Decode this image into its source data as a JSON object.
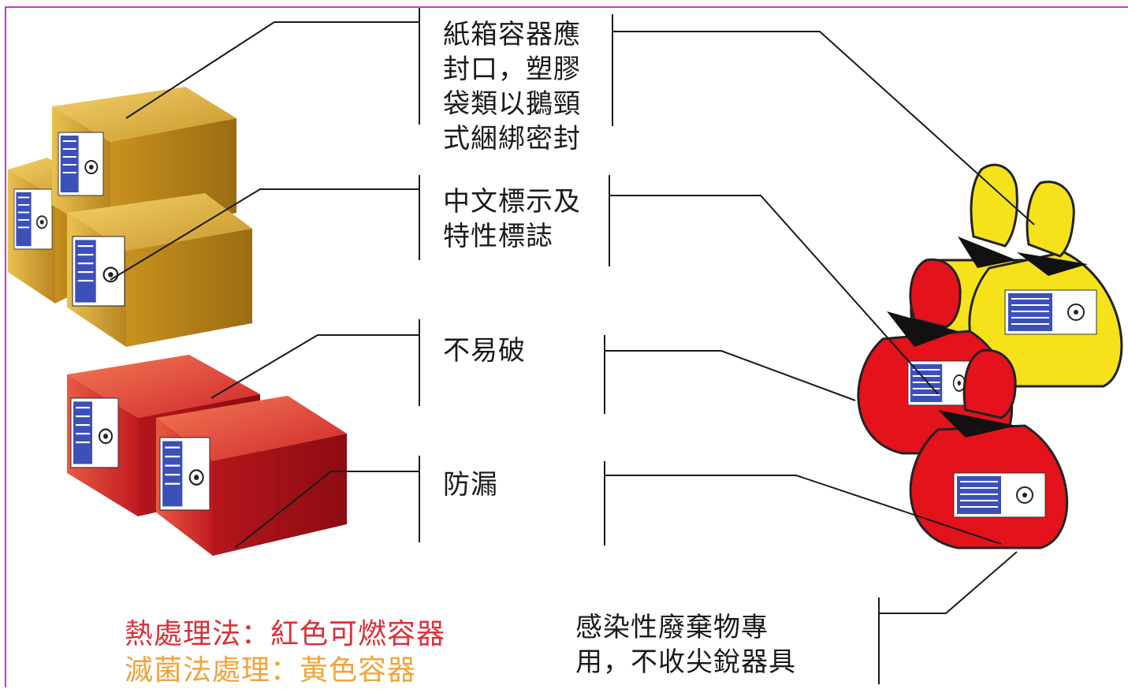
{
  "callouts": {
    "sealing": "紙箱容器應\n封口，塑膠\n袋類以鵝頸\n式綑綁密封",
    "labeling": "中文標示及\n特性標誌",
    "unbreakable": "不易破",
    "leakproof": "防漏",
    "dedicated": "感染性廢棄物專\n用，不收尖銳器具"
  },
  "legend": {
    "red_method": "熱處理法：紅色可燃容器",
    "yellow_method": "滅菌法處理：黃色容器"
  },
  "colors": {
    "red_text": "#d9303a",
    "yellow_text": "#f0a43a",
    "box_gold": "#d8a62c",
    "box_red": "#d9312e",
    "bag_yellow": "#f5e21a",
    "bag_red": "#e3121b",
    "frame": "#c83cc8"
  },
  "icons": {
    "biohazard_label": "biohazard-label-icon"
  }
}
